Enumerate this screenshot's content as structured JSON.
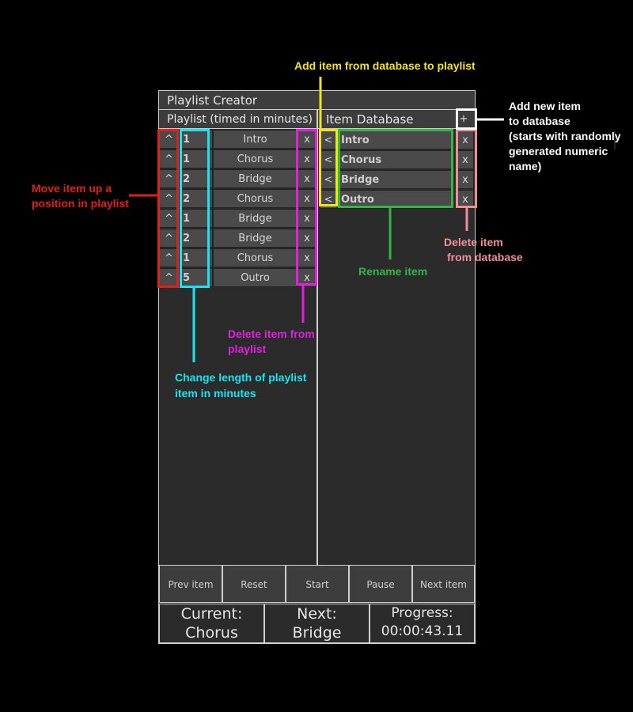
{
  "window": {
    "title": "Playlist Creator"
  },
  "playlist": {
    "header": "Playlist (timed in minutes)",
    "up_label": "^",
    "delete_label": "x",
    "items": [
      {
        "minutes": "1",
        "name": "Intro"
      },
      {
        "minutes": "1",
        "name": "Chorus"
      },
      {
        "minutes": "2",
        "name": "Bridge"
      },
      {
        "minutes": "2",
        "name": "Chorus"
      },
      {
        "minutes": "1",
        "name": "Bridge"
      },
      {
        "minutes": "2",
        "name": "Bridge"
      },
      {
        "minutes": "1",
        "name": "Chorus"
      },
      {
        "minutes": "5",
        "name": "Outro"
      }
    ]
  },
  "database": {
    "header": "Item Database",
    "add_label": "+",
    "add_to_playlist_label": "<",
    "delete_label": "x",
    "items": [
      {
        "name": "Intro"
      },
      {
        "name": "Chorus"
      },
      {
        "name": "Bridge"
      },
      {
        "name": "Outro"
      }
    ]
  },
  "controls": {
    "prev": "Prev item",
    "reset": "Reset",
    "start": "Start",
    "pause": "Pause",
    "next": "Next item"
  },
  "status": {
    "current_label": "Current:",
    "current_value": "Chorus",
    "next_label": "Next:",
    "next_value": "Bridge",
    "progress_label": "Progress:",
    "progress_value": "00:00:43.11"
  },
  "annotations": {
    "add_from_db": "Add item from database to playlist",
    "add_new_line1": "Add new item",
    "add_new_line2": "to database",
    "add_new_line3": "(starts with randomly",
    "add_new_line4": "generated numeric",
    "add_new_line5": "name)",
    "move_up_line1": "Move item up a",
    "move_up_line2": "position in playlist",
    "delete_db_line1": "Delete item",
    "delete_db_line2": "from database",
    "rename": "Rename item",
    "delete_pl_line1": "Delete item from",
    "delete_pl_line2": "playlist",
    "change_len_line1": "Change length of playlist",
    "change_len_line2": "item in minutes"
  },
  "colors": {
    "red": "#e0201b",
    "cyan": "#18e4f2",
    "magenta": "#e21fe0",
    "yellow": "#f2e31a",
    "green": "#33b548",
    "pink": "#f08f95",
    "white": "#ffffff"
  }
}
